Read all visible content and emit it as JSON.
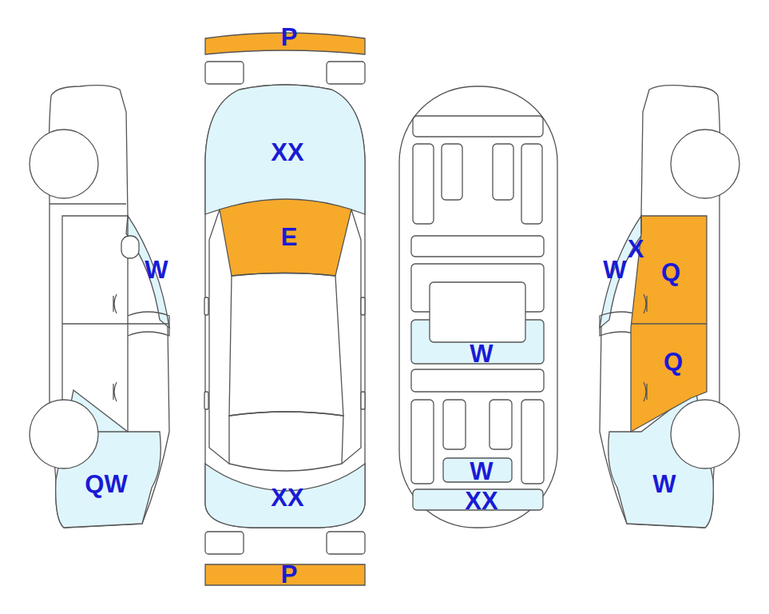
{
  "diagram": {
    "labels": [
      "W",
      "QW",
      "P",
      "XX",
      "E",
      "XX",
      "P",
      "W",
      "W",
      "XX",
      "X",
      "W",
      "Q",
      "Q",
      "W"
    ]
  }
}
